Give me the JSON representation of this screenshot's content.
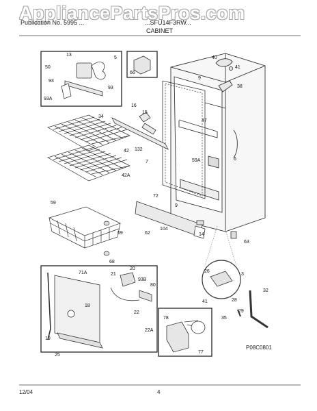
{
  "watermark": "AppliancePartsPros.com",
  "header": {
    "left": "Publication No. 5995 ...",
    "right": "...SFU14F3RW...",
    "section": "CABINET"
  },
  "footer": {
    "date": "12/04",
    "page": "4",
    "diagram_code": "P08C0801"
  },
  "callouts": [
    "13",
    "5",
    "50",
    "93",
    "93A",
    "93",
    "66",
    "40",
    "41",
    "9",
    "38",
    "16",
    "15",
    "34",
    "47",
    "42",
    "132",
    "7",
    "59A",
    "6",
    "42A",
    "72",
    "9",
    "59",
    "104",
    "14",
    "69",
    "62",
    "63",
    "68",
    "20",
    "71A",
    "21",
    "93B",
    "80",
    "26",
    "3",
    "32",
    "18",
    "22",
    "28",
    "41",
    "29",
    "22A",
    "78",
    "35",
    "19",
    "25",
    "77"
  ]
}
